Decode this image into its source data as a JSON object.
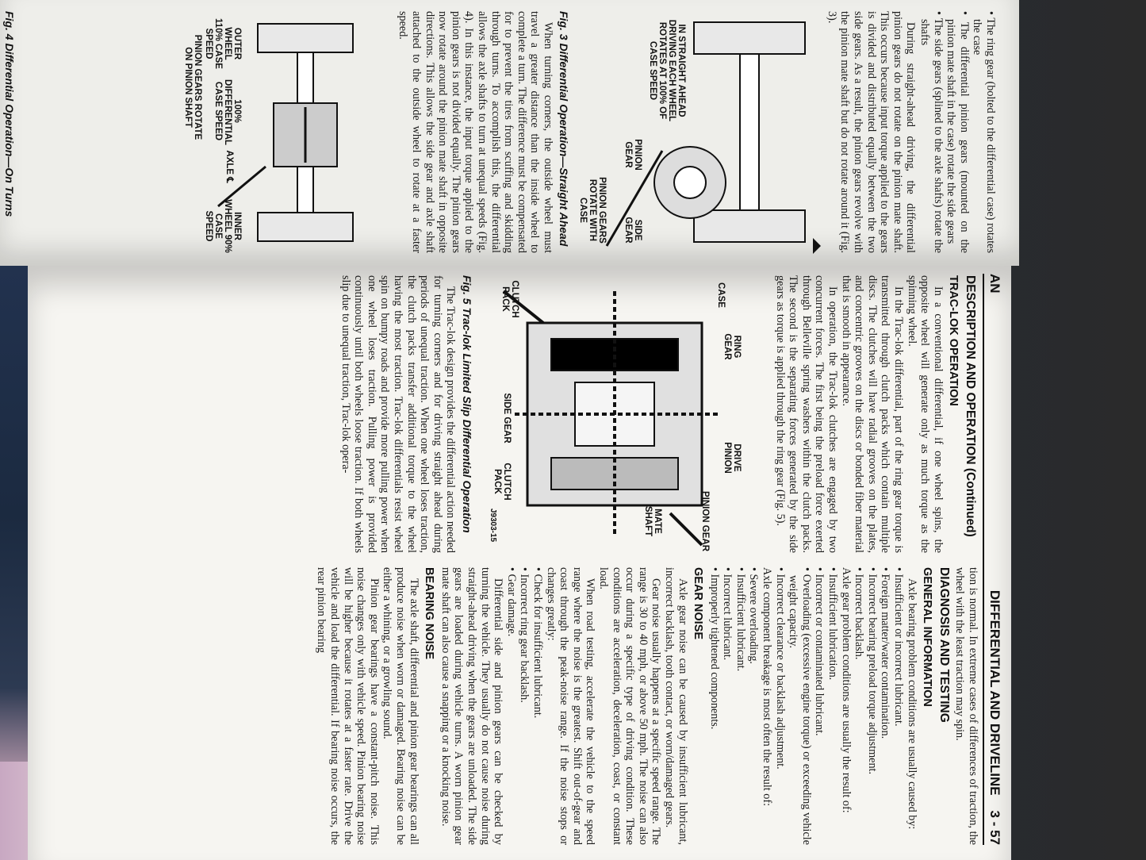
{
  "header": {
    "chapter_short": "AN",
    "title": "DIFFERENTIAL AND DRIVELINE",
    "page": "3 - 57"
  },
  "left_page": {
    "bullets": [
      "The ring gear (bolted to the differential case) rotates the case",
      "The differential pinion gears (mounted on the pinion mate shaft in the case) rotate the side gears",
      "The side gears (splined to the axle shafts) rotate the shafts"
    ],
    "para1": "During straight-ahead driving, the differential pinion gears do not rotate on the pinion mate shaft. This occurs because input torque applied to the gears is divided and distributed equally between the two side gears. As a result, the pinion gears revolve with the pinion mate shaft but do not rotate around it (Fig. 3).",
    "fig3": {
      "caption": "Fig. 3 Differential Operation—Straight Ahead",
      "label_straight": "IN STRAIGHT AHEAD DRIVING EACH WHEEL ROTATES AT 100% OF CASE SPEED",
      "label_pinion": "PINION GEAR",
      "label_side": "SIDE GEAR",
      "label_rotate": "PINION GEARS ROTATE WITH CASE"
    },
    "para2": "When turning corners, the outside wheel must travel a greater distance than the inside wheel to complete a turn. The difference must be compensated for to prevent the tires from scuffing and skidding through turns. To accomplish this, the differential allows the axle shafts to turn at unequal speeds (Fig. 4). In this instance, the input torque applied to the pinion gears is not divided equally. The pinion gears now rotate around the pinion mate shaft in opposite directions. This allows the side gear and axle shaft attached to the outside wheel to rotate at a faster speed.",
    "fig4": {
      "caption": "Fig. 4 Differential Operation—On Turns",
      "label_outer": "OUTER WHEEL 110% CASE SPEED",
      "label_100": "100% DIFFERENTIAL CASE SPEED",
      "label_axle": "AXLE ℄",
      "label_inner": "INNER WHEEL 90% CASE SPEED",
      "label_pinion_rotate": "PINION GEARS ROTATE ON PINION SHAFT"
    }
  },
  "right_col1": {
    "section_title": "DESCRIPTION AND OPERATION (Continued)",
    "subtitle": "TRAC-LOK OPERATION",
    "p1": "In a conventional differential, if one wheel spins, the opposite wheel will generate only as much torque as the spinning wheel.",
    "p2": "In the Trac-lok differential, part of the ring gear torque is transmitted through clutch packs which contain multiple discs. The clutches will have radial grooves on the plates, and concentric grooves on the discs or bonded fiber material that is smooth in appearance.",
    "p3": "In operation, the Trac-lok clutches are engaged by two concurrent forces. The first being the preload force exerted through Belleville spring washers within the clutch packs. The second is the separating forces generated by the side gears as torque is applied through the ring gear (Fig. 5).",
    "fig5": {
      "caption": "Fig. 5 Trac-lok Limited Slip Differential Operation",
      "code": "J9303-15",
      "label_case": "CASE",
      "label_ring": "RING GEAR",
      "label_drive": "DRIVE PINION",
      "label_pinion_gear": "PINION GEAR",
      "label_mate": "MATE SHAFT",
      "label_clutch_left": "CLUTCH PACK",
      "label_side_gear": "SIDE GEAR",
      "label_clutch_right": "CLUTCH PACK"
    },
    "p4": "The Trac-lok design provides the differential action needed for turning corners and for driving straight ahead during periods of unequal traction. When one wheel loses traction, the clutch packs transfer additional torque to the wheel having the most traction. Trac-lok differentials resist wheel spin on bumpy roads and provide more pulling power when one wheel loses traction. Pulling power is provided continuously until both wheels loose traction. If both wheels slip due to unequal traction, Trac-lok opera-"
  },
  "right_col2": {
    "p0": "tion is normal. In extreme cases of differences of traction, the wheel with the least traction may spin.",
    "section_title": "DIAGNOSIS AND TESTING",
    "general_title": "GENERAL INFORMATION",
    "general_intro": "Axle bearing problem conditions are usually caused by:",
    "bearing_causes": [
      "Insufficient or incorrect lubricant.",
      "Foreign matter/water contamination.",
      "Incorrect bearing preload torque adjustment.",
      "Incorrect backlash."
    ],
    "gear_intro": "Axle gear problem conditions are usually the result of:",
    "gear_causes": [
      "Insufficient lubrication.",
      "Incorrect or contaminated lubricant.",
      "Overloading (excessive engine torque) or exceeding vehicle weight capacity.",
      "Incorrect clearance or backlash adjustment."
    ],
    "component_intro": "Axle component breakage is most often the result of:",
    "component_causes": [
      "Severe overloading.",
      "Insufficient lubricant.",
      "Incorrect lubricant.",
      "Improperly tightened components."
    ],
    "gear_noise_title": "GEAR NOISE",
    "gn_p1": "Axle gear noise can be caused by insufficient lubricant, incorrect backlash, tooth contact, or worn/damaged gears.",
    "gn_p2": "Gear noise usually happens at a specific speed range. The range is 30 to 40 mph, or above 50 mph. The noise can also occur during a specific type of driving condition. These conditions are acceleration, deceleration, coast, or constant load.",
    "gn_p3": "When road testing, accelerate the vehicle to the speed range where the noise is the greatest. Shift out-of-gear and coast through the peak-noise range. If the noise stops or changes greatly:",
    "gn_checks": [
      "Check for insufficient lubricant.",
      "Incorrect ring gear backlash.",
      "Gear damage."
    ],
    "gn_p4": "Differential side and pinion gears can be checked by turning the vehicle. They usually do not cause noise during straight-ahead driving when the gears are unloaded. The side gears are loaded during vehicle turns. A worn pinion gear mate shaft can also cause a snapping or a knocking noise.",
    "bearing_noise_title": "BEARING NOISE",
    "bn_p1": "The axle shaft, differential and pinion gear bearings can all produce noise when worn or damaged. Bearing noise can be either a whining, or a growling sound.",
    "bn_p2": "Pinion gear bearings have a constant-pitch noise. This noise changes only with vehicle speed. Pinion bearing noise will be higher because it rotates at a faster rate. Drive the vehicle and load the differential. If bearing noise occurs, the rear pinion bearing"
  }
}
